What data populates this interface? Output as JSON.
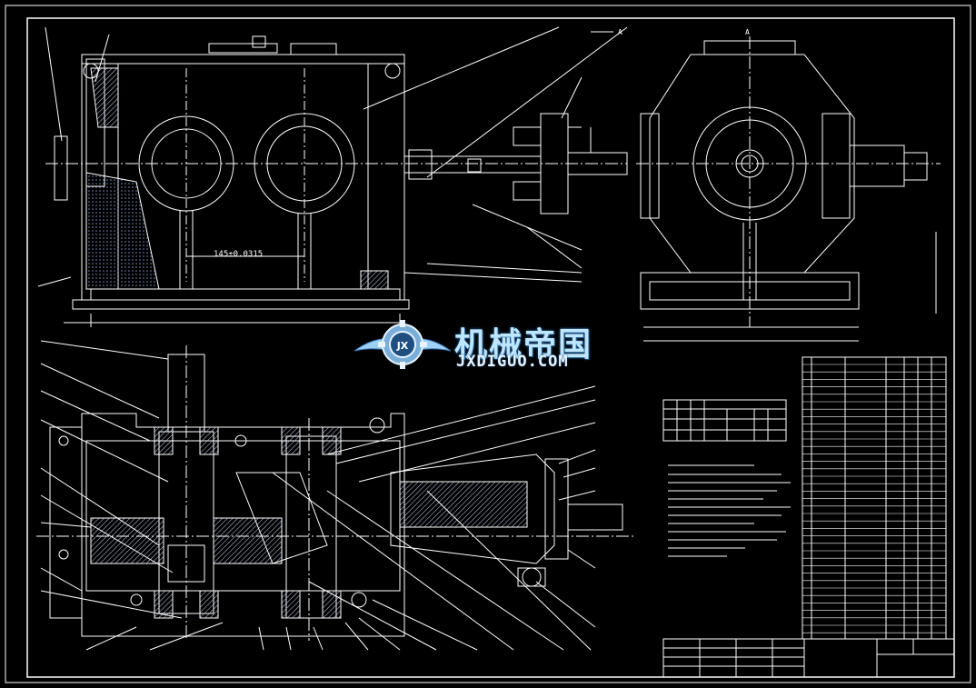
{
  "watermark": {
    "text_cn": "机械帝国",
    "text_en": "JXDIGUO.COM"
  },
  "dimension": {
    "center_distance": "145±0.0315"
  },
  "sections": {
    "top_mark_left": "A",
    "top_mark_right": "A"
  },
  "colors": {
    "background": "#000000",
    "line": "#ffffff",
    "hatch": "#c9d4f5",
    "oil_fill": "#3a5a8a",
    "accent": "#ff3040",
    "watermark": "#bfe6ff"
  },
  "icons": {
    "logo": "gear-wings-logo-icon"
  }
}
